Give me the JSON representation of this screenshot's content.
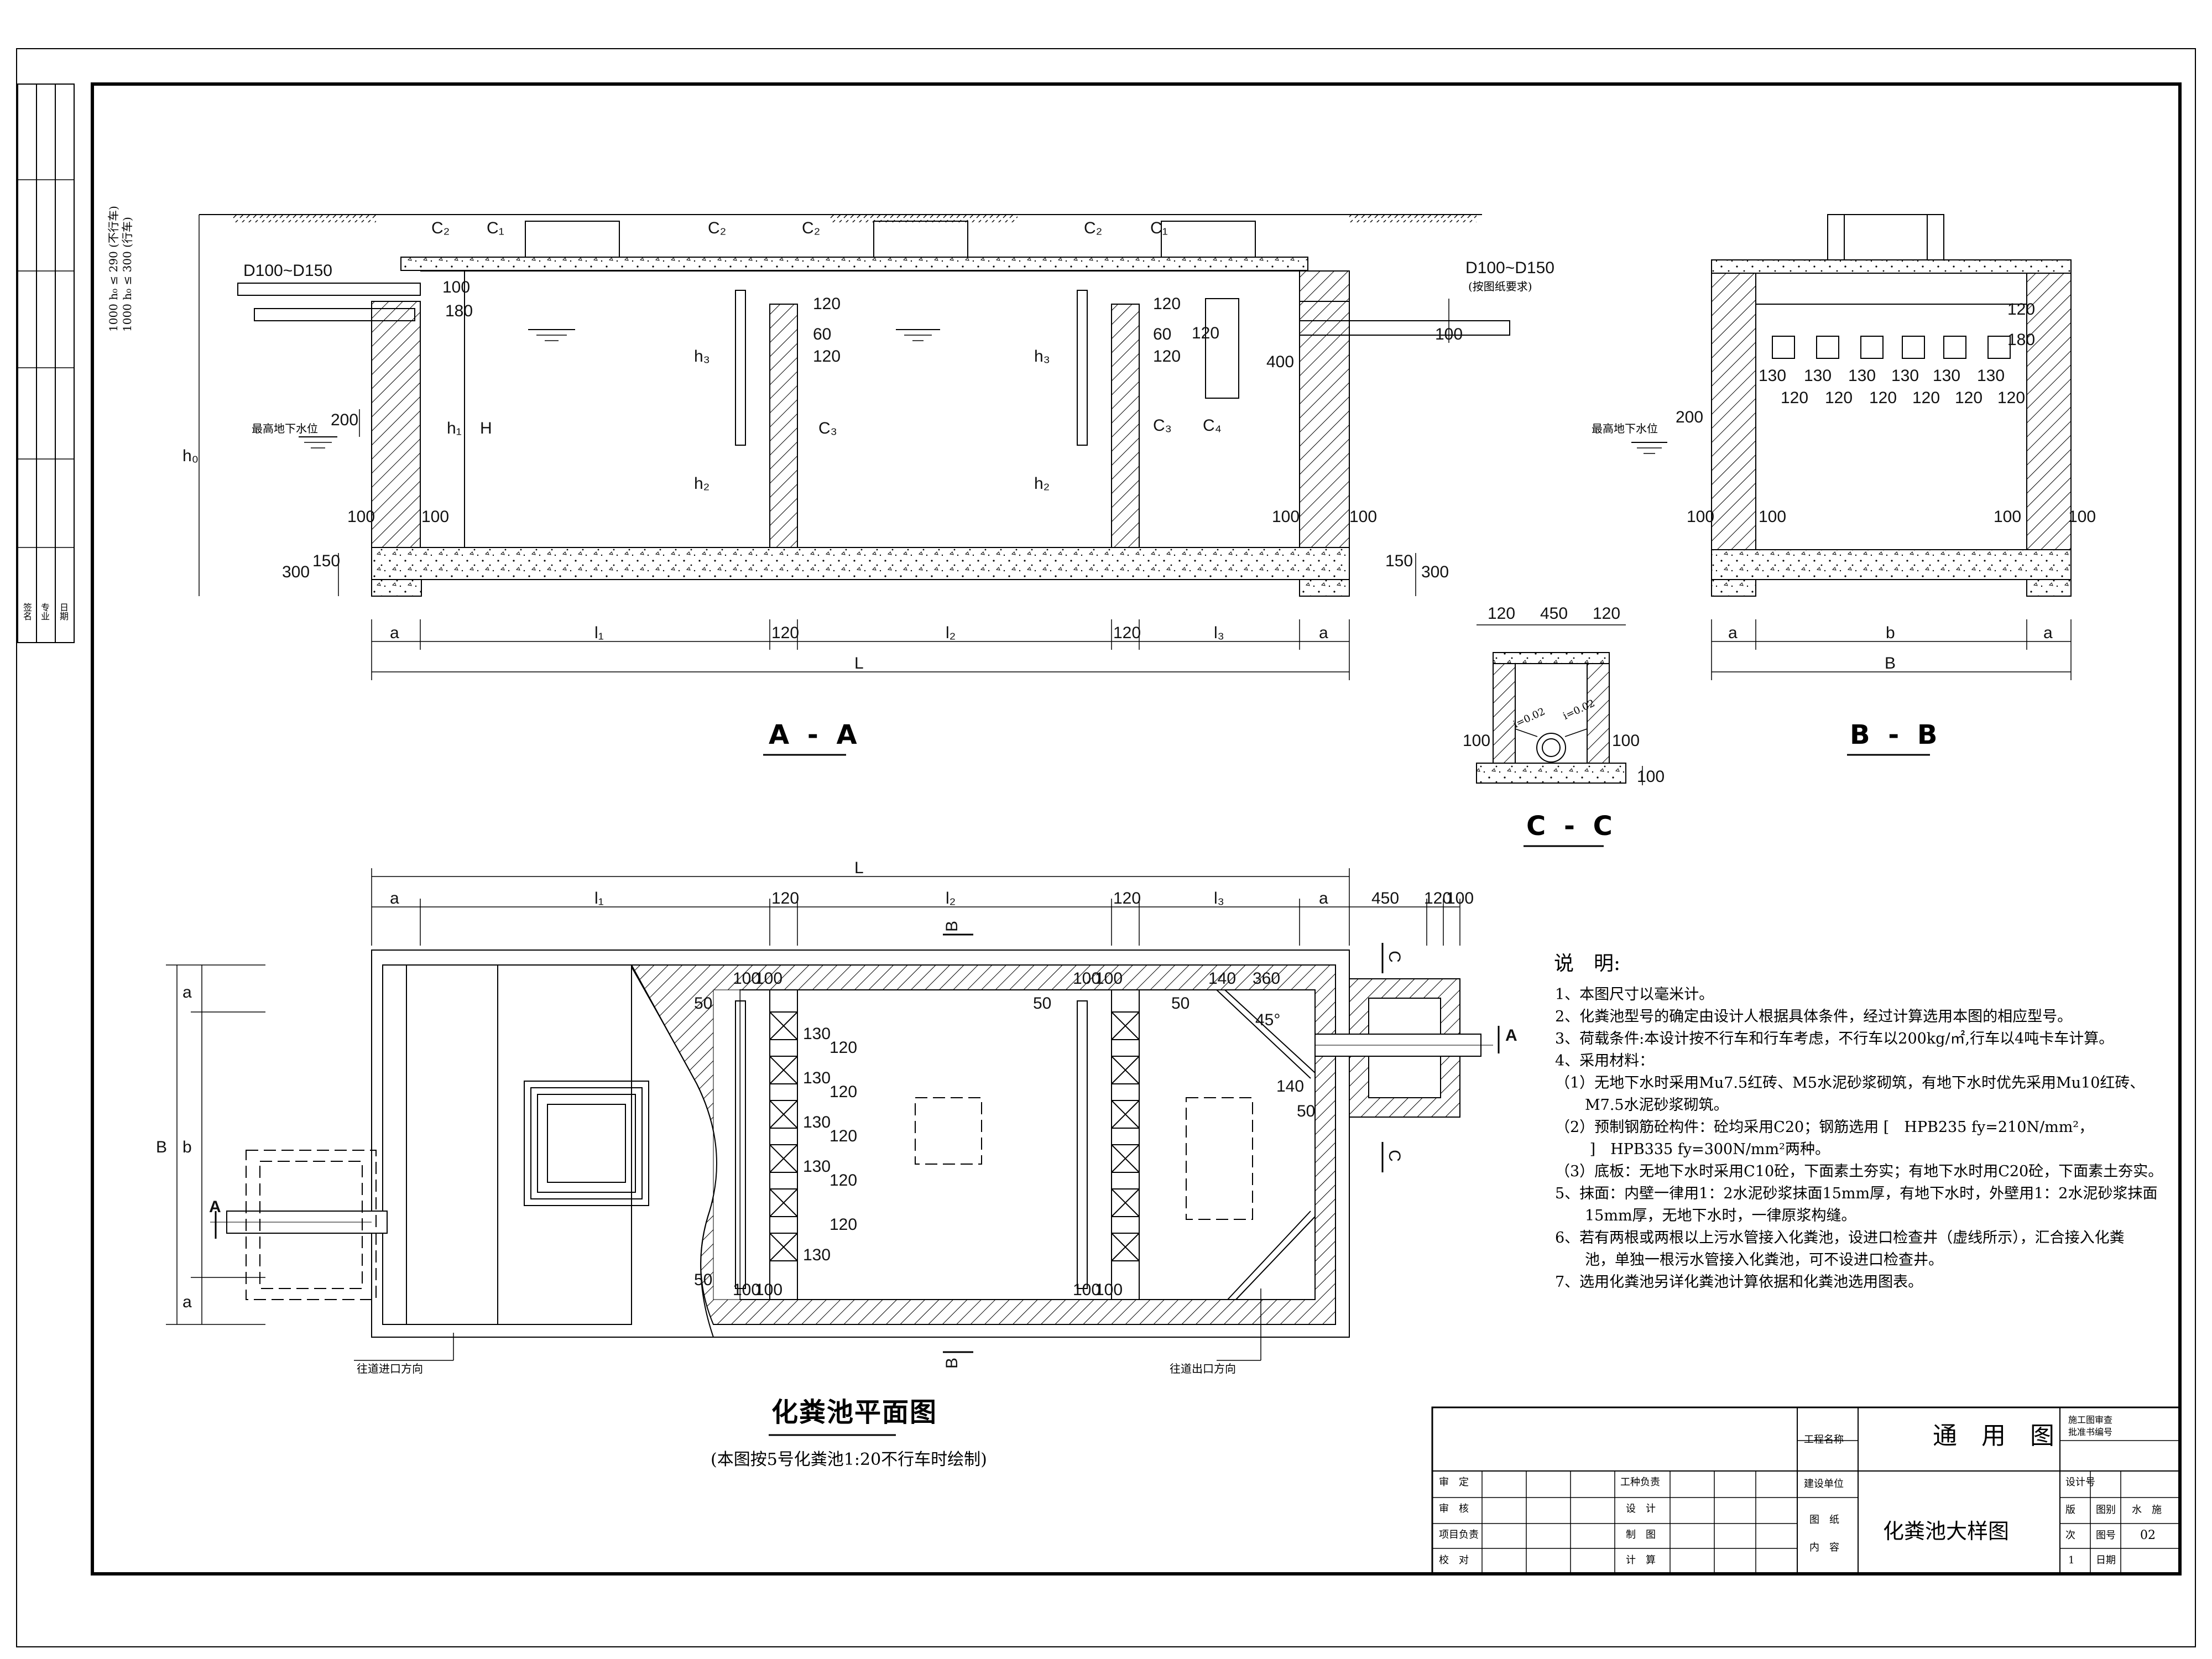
{
  "sections": {
    "aa": "A - A",
    "bb": "B - B",
    "cc": "C - C",
    "plan_title": "化粪池平面图",
    "plan_subtitle": "(本图按5号化粪池1:20不行车时绘制)"
  },
  "aa_labels": {
    "pipe_left": "D100~D150",
    "pipe_right": "D100~D150",
    "pipe_right_note": "(按图纸要求)",
    "vertical_left_1": "1000 h₀ ≤ 290 (不行车)",
    "vertical_left_2": "1000 h₀ ≤ 300 (行车)",
    "groundwater": "最高地下水位",
    "c1": "C₁",
    "c2": "C₂",
    "c3": "C₃",
    "c4": "C₄",
    "h0": "h₀",
    "h1": "h₁",
    "h2": "h₂",
    "h3": "h₃",
    "H": "H",
    "dims": [
      "100",
      "180",
      "120",
      "60",
      "120",
      "120",
      "60",
      "120",
      "120",
      "400",
      "100",
      "200",
      "300",
      "150",
      "100",
      "100",
      "100",
      "100",
      "150",
      "300"
    ],
    "bottom_dims": [
      "a",
      "l₁",
      "120",
      "l₂",
      "120",
      "l₃",
      "a",
      "L"
    ]
  },
  "bb_labels": {
    "dims_top": [
      "130",
      "130",
      "130",
      "130",
      "130",
      "130"
    ],
    "dims_bottom": [
      "120",
      "120",
      "120",
      "120",
      "120",
      "120"
    ],
    "side": [
      "120",
      "180",
      "200",
      "100",
      "100",
      "100",
      "100"
    ],
    "groundwater": "最高地下水位",
    "bottom": [
      "a",
      "b",
      "a",
      "B"
    ]
  },
  "cc_labels": {
    "top": [
      "120",
      "450",
      "120"
    ],
    "slope_l": "i=0.02",
    "slope_r": "i=0.02",
    "side": [
      "100",
      "100",
      "100"
    ]
  },
  "plan_labels": {
    "top": [
      "a",
      "l₁",
      "120",
      "l₂",
      "120",
      "l₃",
      "a",
      "450",
      "120",
      "100",
      "L"
    ],
    "left": [
      "a",
      "b",
      "a",
      "B"
    ],
    "inner": [
      "100",
      "100",
      "100",
      "100",
      "50",
      "50",
      "50",
      "50",
      "140",
      "360",
      "45°",
      "140",
      "50",
      "100",
      "100",
      "100",
      "100"
    ],
    "grid_130": [
      "130",
      "130",
      "130",
      "130",
      "130"
    ],
    "grid_120": [
      "120",
      "120",
      "120",
      "120",
      "120"
    ],
    "inlet_note": "往道进口方向",
    "outlet_note": "往道出口方向",
    "cut_a": "A",
    "cut_b": "B",
    "cut_c": "C"
  },
  "notes": {
    "heading": "说　明:",
    "lines": [
      "1、本图尺寸以毫米计。",
      "2、化粪池型号的确定由设计人根据具体条件，经过计算选用本图的相应型号。",
      "3、荷载条件:本设计按不行车和行车考虑，不行车以200kg/㎡,行车以4吨卡车计算。",
      "4、采用材料：",
      "（1）无地下水时采用Mu7.5红砖、M5水泥砂浆砌筑，有地下水时优先采用Mu10红砖、",
      "　　M7.5水泥砂浆砌筑。",
      "（2）预制钢筋砼构件：砼均采用C20；钢筋选用 [　HPB235 fy=210N/mm²，",
      "　　 ]　HPB335 fy=300N/mm²两种。",
      "（3）底板：无地下水时采用C10砼，下面素土夯实；有地下水时用C20砼，下面素土夯实。",
      "5、抹面：内壁一律用1：2水泥砂浆抹面15mm厚，有地下水时，外壁用1：2水泥砂浆抹面",
      "　　15mm厚，无地下水时，一律原浆构缝。",
      "6、若有两根或两根以上污水管接入化粪池，设进口检查井（虚线所示），汇合接入化粪",
      "　　池，单独一根污水管接入化粪池，可不设进口检查井。",
      "7、选用化粪池另详化粪池计算依据和化粪池选用图表。"
    ]
  },
  "title_block": {
    "project_label": "工程名称",
    "project_value": "通　用　图",
    "stamp": "施工图审查",
    "stamp2": "批准书编号",
    "client_label": "建设单位",
    "design_no_label": "设计号",
    "rows_left": [
      "审　定",
      "审　核",
      "项目负责",
      "校　对"
    ],
    "rows_mid": [
      "工种负责",
      "设　计",
      "制　图",
      "计　算"
    ],
    "content_label1": "图　纸",
    "content_label2": "内　容",
    "drawing_name": "化粪池大样图",
    "r1": "版",
    "r1b": "图别",
    "r1c": "水　施",
    "r2": "次",
    "r2b": "图号",
    "r2c": "02",
    "r3": "1",
    "r3b": "日期"
  },
  "left_margin": {
    "a": "专业",
    "b": "签名",
    "c": "日期"
  }
}
